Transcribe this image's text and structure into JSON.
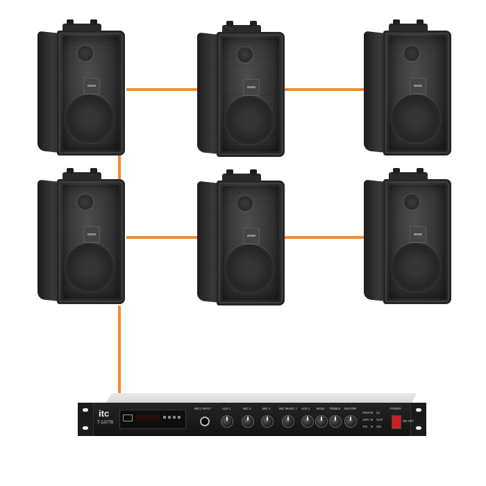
{
  "colors": {
    "cable": "#f28a2a",
    "speaker_body": "#2c2c2c",
    "amplifier_panel": "#1a1a1a",
    "background": "#ffffff"
  },
  "speakers": [
    {
      "name": "speaker-top-left"
    },
    {
      "name": "speaker-top-center"
    },
    {
      "name": "speaker-top-right"
    },
    {
      "name": "speaker-bottom-left"
    },
    {
      "name": "speaker-bottom-center"
    },
    {
      "name": "speaker-bottom-right"
    }
  ],
  "amplifier": {
    "brand": "itc",
    "model": "T-120TB",
    "mp3_input_label": "MIC1 INPUT",
    "controls": [
      "AUX 1",
      "MIC 2",
      "MIC 3",
      "MIC MUSIC 1",
      "AUX 2",
      "BASS",
      "TREBLE",
      "MASTER"
    ],
    "indicators": [
      "PROT",
      "100V",
      "70V",
      "CL",
      "CLIP",
      "SIG"
    ],
    "power_label": "POWER",
    "power_state": "ON OFF"
  }
}
